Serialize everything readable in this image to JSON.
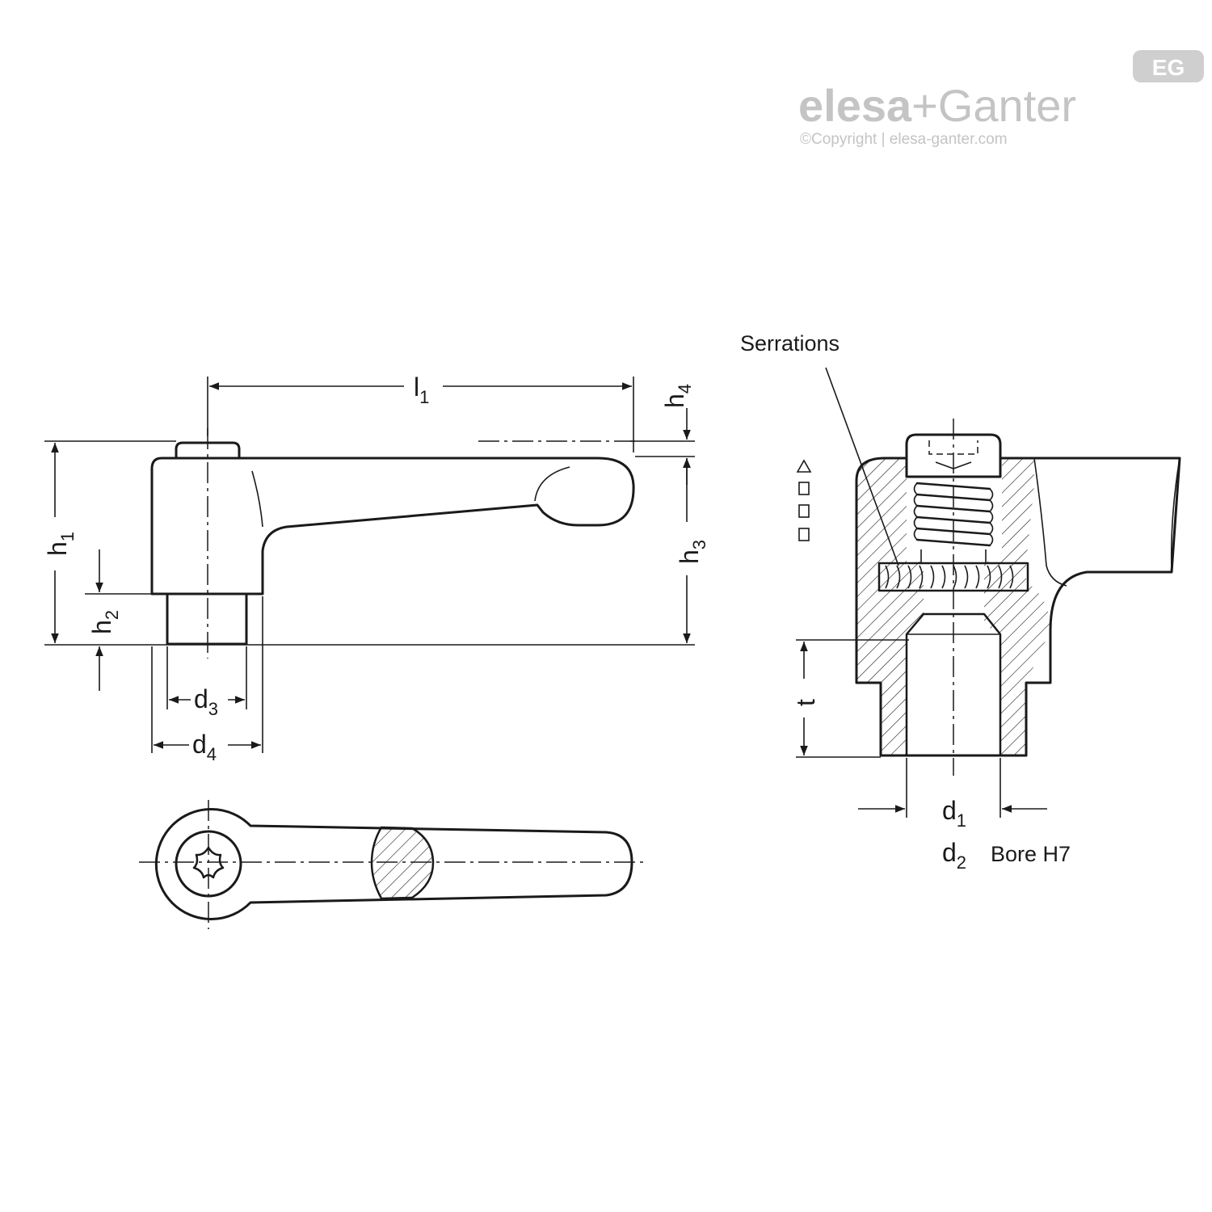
{
  "brand": {
    "name_left": "elesa",
    "name_plus": "+",
    "name_right": "Ganter",
    "copyright": "©Copyright | elesa-ganter.com",
    "badge": "EG"
  },
  "side_view": {
    "l1": {
      "main": "l",
      "sub": "1"
    },
    "h1": {
      "main": "h",
      "sub": "1"
    },
    "h2": {
      "main": "h",
      "sub": "2"
    },
    "h3": {
      "main": "h",
      "sub": "3"
    },
    "h4": {
      "main": "h",
      "sub": "4"
    },
    "d3": {
      "main": "d",
      "sub": "3"
    },
    "d4": {
      "main": "d",
      "sub": "4"
    }
  },
  "section_view": {
    "serrations": "Serrations",
    "t": "t",
    "d1": {
      "main": "d",
      "sub": "1"
    },
    "d2": {
      "main": "d",
      "sub": "2"
    },
    "bore": "Bore H7"
  }
}
